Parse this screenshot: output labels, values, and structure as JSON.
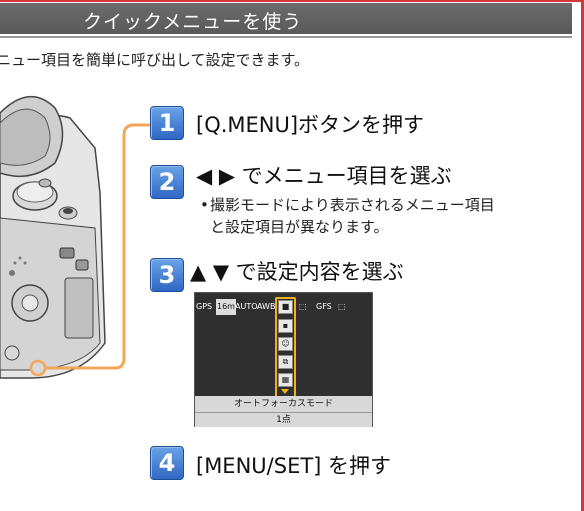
{
  "header": {
    "title": "クイックメニューを使う"
  },
  "intro": "ニュー項目を簡単に呼び出して設定できます。",
  "steps": [
    {
      "number": "1",
      "text": "[Q.MENU]ボタンを押す"
    },
    {
      "number": "2",
      "text": "◀ ▶ でメニュー項目を選ぶ",
      "note_lines": [
        "撮影モードにより表示されるメニュー項目",
        "と設定項目が異なります。"
      ]
    },
    {
      "number": "3",
      "text": "▲ ▼ で設定内容を選ぶ"
    },
    {
      "number": "4",
      "text": "[MENU/SET] を押す"
    }
  ],
  "lcd": {
    "top_items": [
      "GPS",
      "16m",
      "AUTO",
      "AWB",
      "■",
      "⬚",
      "GFS",
      "⬚"
    ],
    "column_items": [
      "■",
      "▪",
      "☺",
      "⧉",
      "▦"
    ],
    "mode_label": "オートフォーカスモード",
    "value_label": "1点"
  },
  "colors": {
    "header_bg": "#5f5f5f",
    "badge": "#3d78d0",
    "connector": "#f2a65a",
    "frame": "#d23a3a"
  }
}
